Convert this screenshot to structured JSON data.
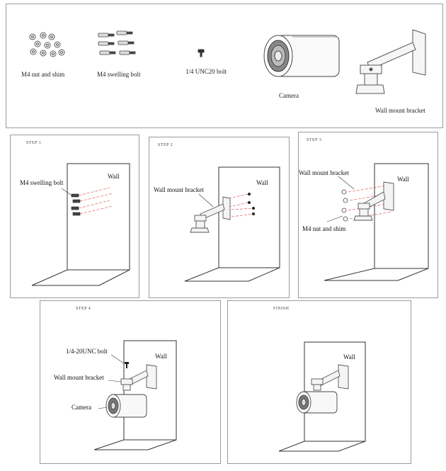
{
  "parts": {
    "nut": "M4 nut and shim",
    "swelling": "M4 swelling bolt",
    "unc": "1/4 UNC20 bolt",
    "camera": "Camera",
    "bracket": "Wall mount bracket"
  },
  "steps": {
    "s1": {
      "title": "STEP 1",
      "wall": "Wall",
      "bolt": "M4 swelling bolt"
    },
    "s2": {
      "title": "STEP 2",
      "wall": "Wall",
      "bracket": "Wall mount bracket"
    },
    "s3": {
      "title": "STEP 3",
      "wall": "Wall",
      "bracket": "Wall mount bracket",
      "nut": "M4 nut and shim"
    },
    "s4": {
      "title": "STEP 4",
      "wall": "Wall",
      "unc": "1/4-20UNC bolt",
      "bracket": "Wall mount bracket",
      "camera": "Camera"
    },
    "finish": {
      "title": "FINISH",
      "wall": "Wall"
    }
  }
}
